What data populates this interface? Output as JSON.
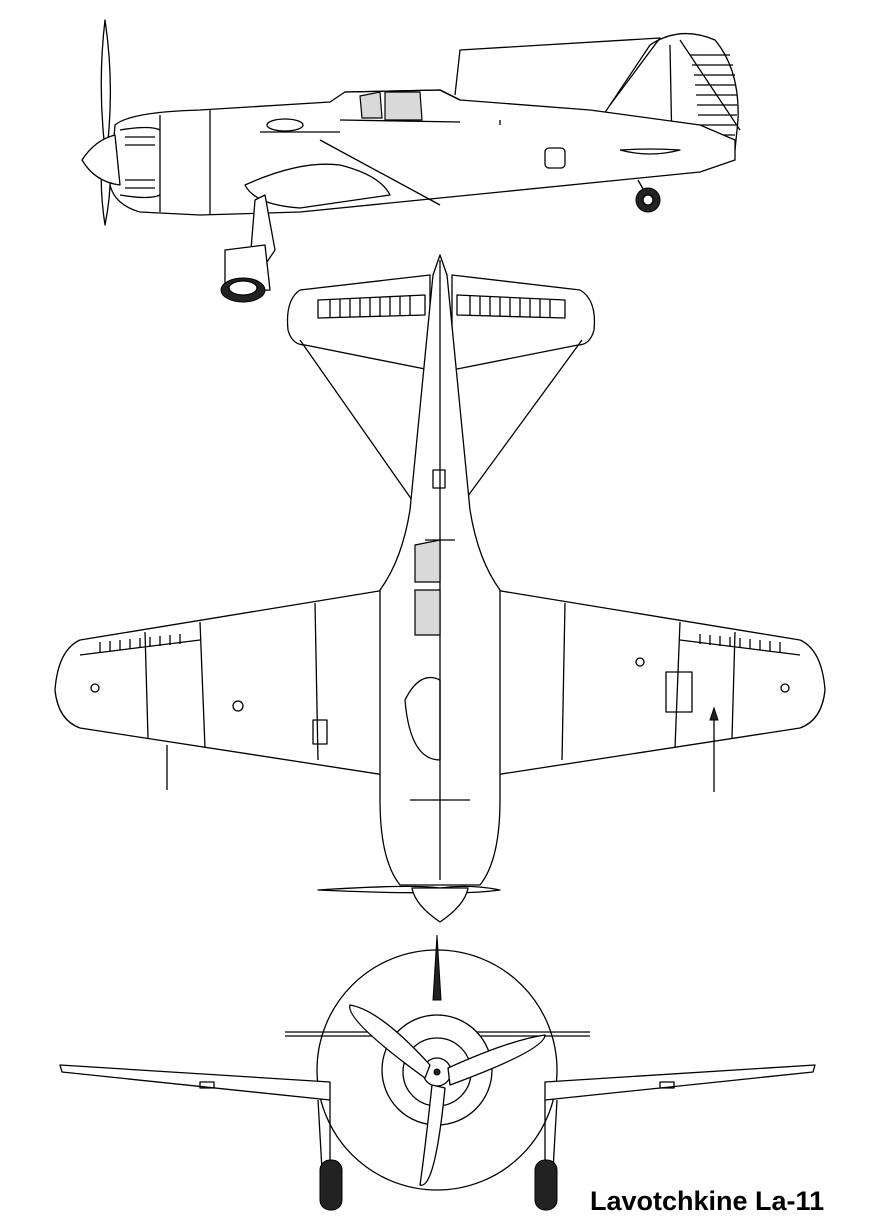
{
  "caption": "Lavotchkine La-11",
  "views": [
    "side-view",
    "top-view",
    "front-view"
  ]
}
